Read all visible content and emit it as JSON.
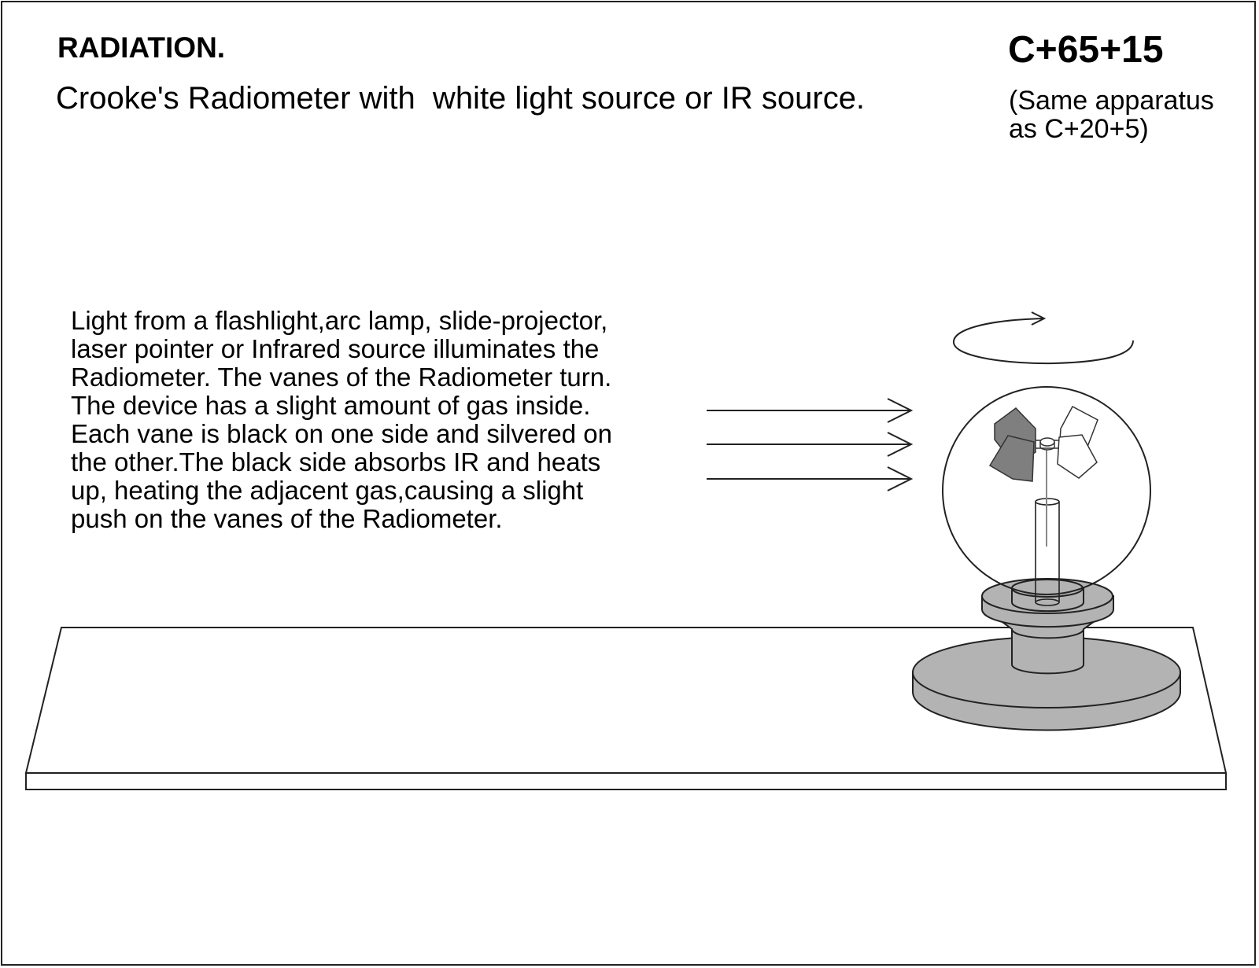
{
  "header": {
    "title": "RADIATION.",
    "subtitle": "Crooke's Radiometer with  white light source or IR source.",
    "code": "C+65+15",
    "note_lines": [
      "(Same apparatus",
      "as C+20+5)"
    ]
  },
  "description": {
    "lines": [
      "Light from a flashlight,arc lamp, slide-projector,",
      "laser pointer or Infrared source illuminates the",
      "Radiometer. The vanes of the Radiometer turn.",
      "The device has a slight amount of gas inside.",
      "Each vane is black on one side and silvered on",
      "the other.The black side absorbs IR and heats",
      "up, heating the adjacent gas,causing a slight",
      "push on the vanes of the Radiometer."
    ]
  },
  "diagram": {
    "light_ray_count": 3,
    "colors": {
      "base_fill": "#b3b3b3",
      "black_vane_fill": "#7f7f7f",
      "line": "#222222",
      "table_fill": "#ffffff"
    },
    "icons": [
      "rotation-arrow-icon",
      "light-ray-arrow-icon"
    ]
  }
}
